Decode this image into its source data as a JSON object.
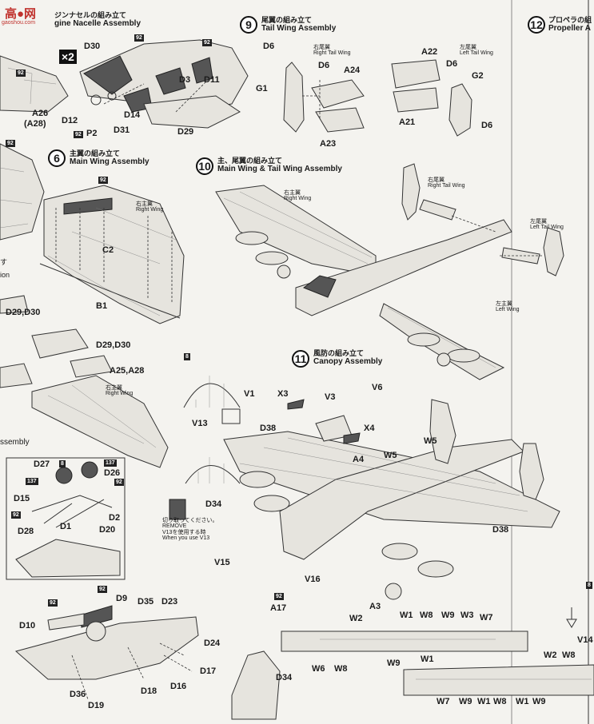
{
  "logo": {
    "mark": "高●网",
    "sub": "gaoshou.com"
  },
  "step5": {
    "title_jp": "ジンナセルの組み立て",
    "title_en": "gine Nacelle Assembly",
    "multiplier": "×2"
  },
  "step6": {
    "number": "6",
    "title_jp": "主翼の組み立て",
    "title_en": "Main Wing Assembly",
    "right_wing_jp": "右主翼",
    "right_wing_en": "Right Wing"
  },
  "step9": {
    "number": "9",
    "title_jp": "尾翼の組み立て",
    "title_en": "Tail Wing Assembly",
    "right_tail_jp": "右尾翼",
    "right_tail_en": "Right Tail Wing",
    "left_tail_jp": "左尾翼",
    "left_tail_en": "Left Tail Wing"
  },
  "step10": {
    "number": "10",
    "title_jp": "主、尾翼の組み立て",
    "title_en": "Main Wing & Tail Wing Assembly",
    "right_wing_jp": "右主翼",
    "right_wing_en": "Right Wing",
    "right_tail_jp": "右尾翼",
    "right_tail_en": "Right Tail Wing",
    "left_tail_jp": "左尾翼",
    "left_tail_en": "Left Tail Wing",
    "left_wing_jp": "左主翼",
    "left_wing_en": "Left Wing"
  },
  "step11": {
    "number": "11",
    "title_jp": "風防の組み立て",
    "title_en": "Canopy Assembly"
  },
  "step12": {
    "number": "12",
    "title_jp": "プロペラの組",
    "title_en": "Propeller A"
  },
  "left_fragments": {
    "frag1": "す",
    "frag2": "ion",
    "frag3": "ssembly",
    "right_wing_jp": "右主翼",
    "right_wing_en": "Right Wing"
  },
  "remove_note": {
    "jp": "切り取ってください。",
    "en": "REMOVE",
    "jp2": "V13を使用する時",
    "en2": "When you use V13"
  },
  "badges": {
    "b92": "92",
    "b8": "8",
    "b137": "137"
  },
  "parts": {
    "D30": "D30",
    "D3": "D3",
    "D11": "D11",
    "D12": "D12",
    "P2": "P2",
    "D31": "D31",
    "D14": "D14",
    "D29": "D29",
    "A26": "A26",
    "A28p": "(A28)",
    "C2": "C2",
    "B1": "B1",
    "D29D30": "D29,D30",
    "D29D30b": "D29,D30",
    "A25A28": "A25,A28",
    "D6": "D6",
    "G1": "G1",
    "A24": "A24",
    "A23": "A23",
    "A22": "A22",
    "G2": "G2",
    "A21": "A21",
    "D27": "D27",
    "D26": "D26",
    "D15": "D15",
    "D1": "D1",
    "D2": "D2",
    "D28": "D28",
    "D20": "D20",
    "D9": "D9",
    "D35": "D35",
    "D23": "D23",
    "D10": "D10",
    "D24": "D24",
    "D17": "D17",
    "D16": "D16",
    "D18": "D18",
    "D36": "D36",
    "D19": "D19",
    "V1": "V1",
    "X3": "X3",
    "V3": "V3",
    "V6": "V6",
    "D38": "D38",
    "X4": "X4",
    "V13": "V13",
    "W5": "W5",
    "A4": "A4",
    "D34": "D34",
    "V15": "V15",
    "V16": "V16",
    "A17": "A17",
    "A3": "A3",
    "V14": "V14",
    "W1": "W1",
    "W2": "W2",
    "W3": "W3",
    "W6": "W6",
    "W7": "W7",
    "W8": "W8",
    "W9": "W9"
  }
}
